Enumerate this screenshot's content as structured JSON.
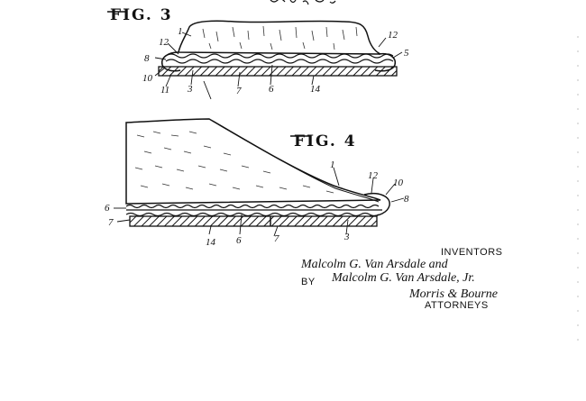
{
  "figure3": {
    "title": "FIG. 3",
    "labels": [
      "1",
      "12",
      "8",
      "10",
      "11",
      "3",
      "7",
      "6",
      "14",
      "12",
      "5"
    ]
  },
  "figure4": {
    "title": "FIG. 4",
    "labels": [
      "1",
      "12",
      "10",
      "8",
      "6",
      "7",
      "14",
      "6",
      "7",
      "3"
    ]
  },
  "inventors": {
    "heading": "INVENTORS",
    "name1": "Malcolm G. Van Arsdale and",
    "name2": "Malcolm G. Van Arsdale, Jr.",
    "by": "BY",
    "attorney_signature": "Morris & Bourne",
    "attorneys": "ATTORNEYS"
  }
}
